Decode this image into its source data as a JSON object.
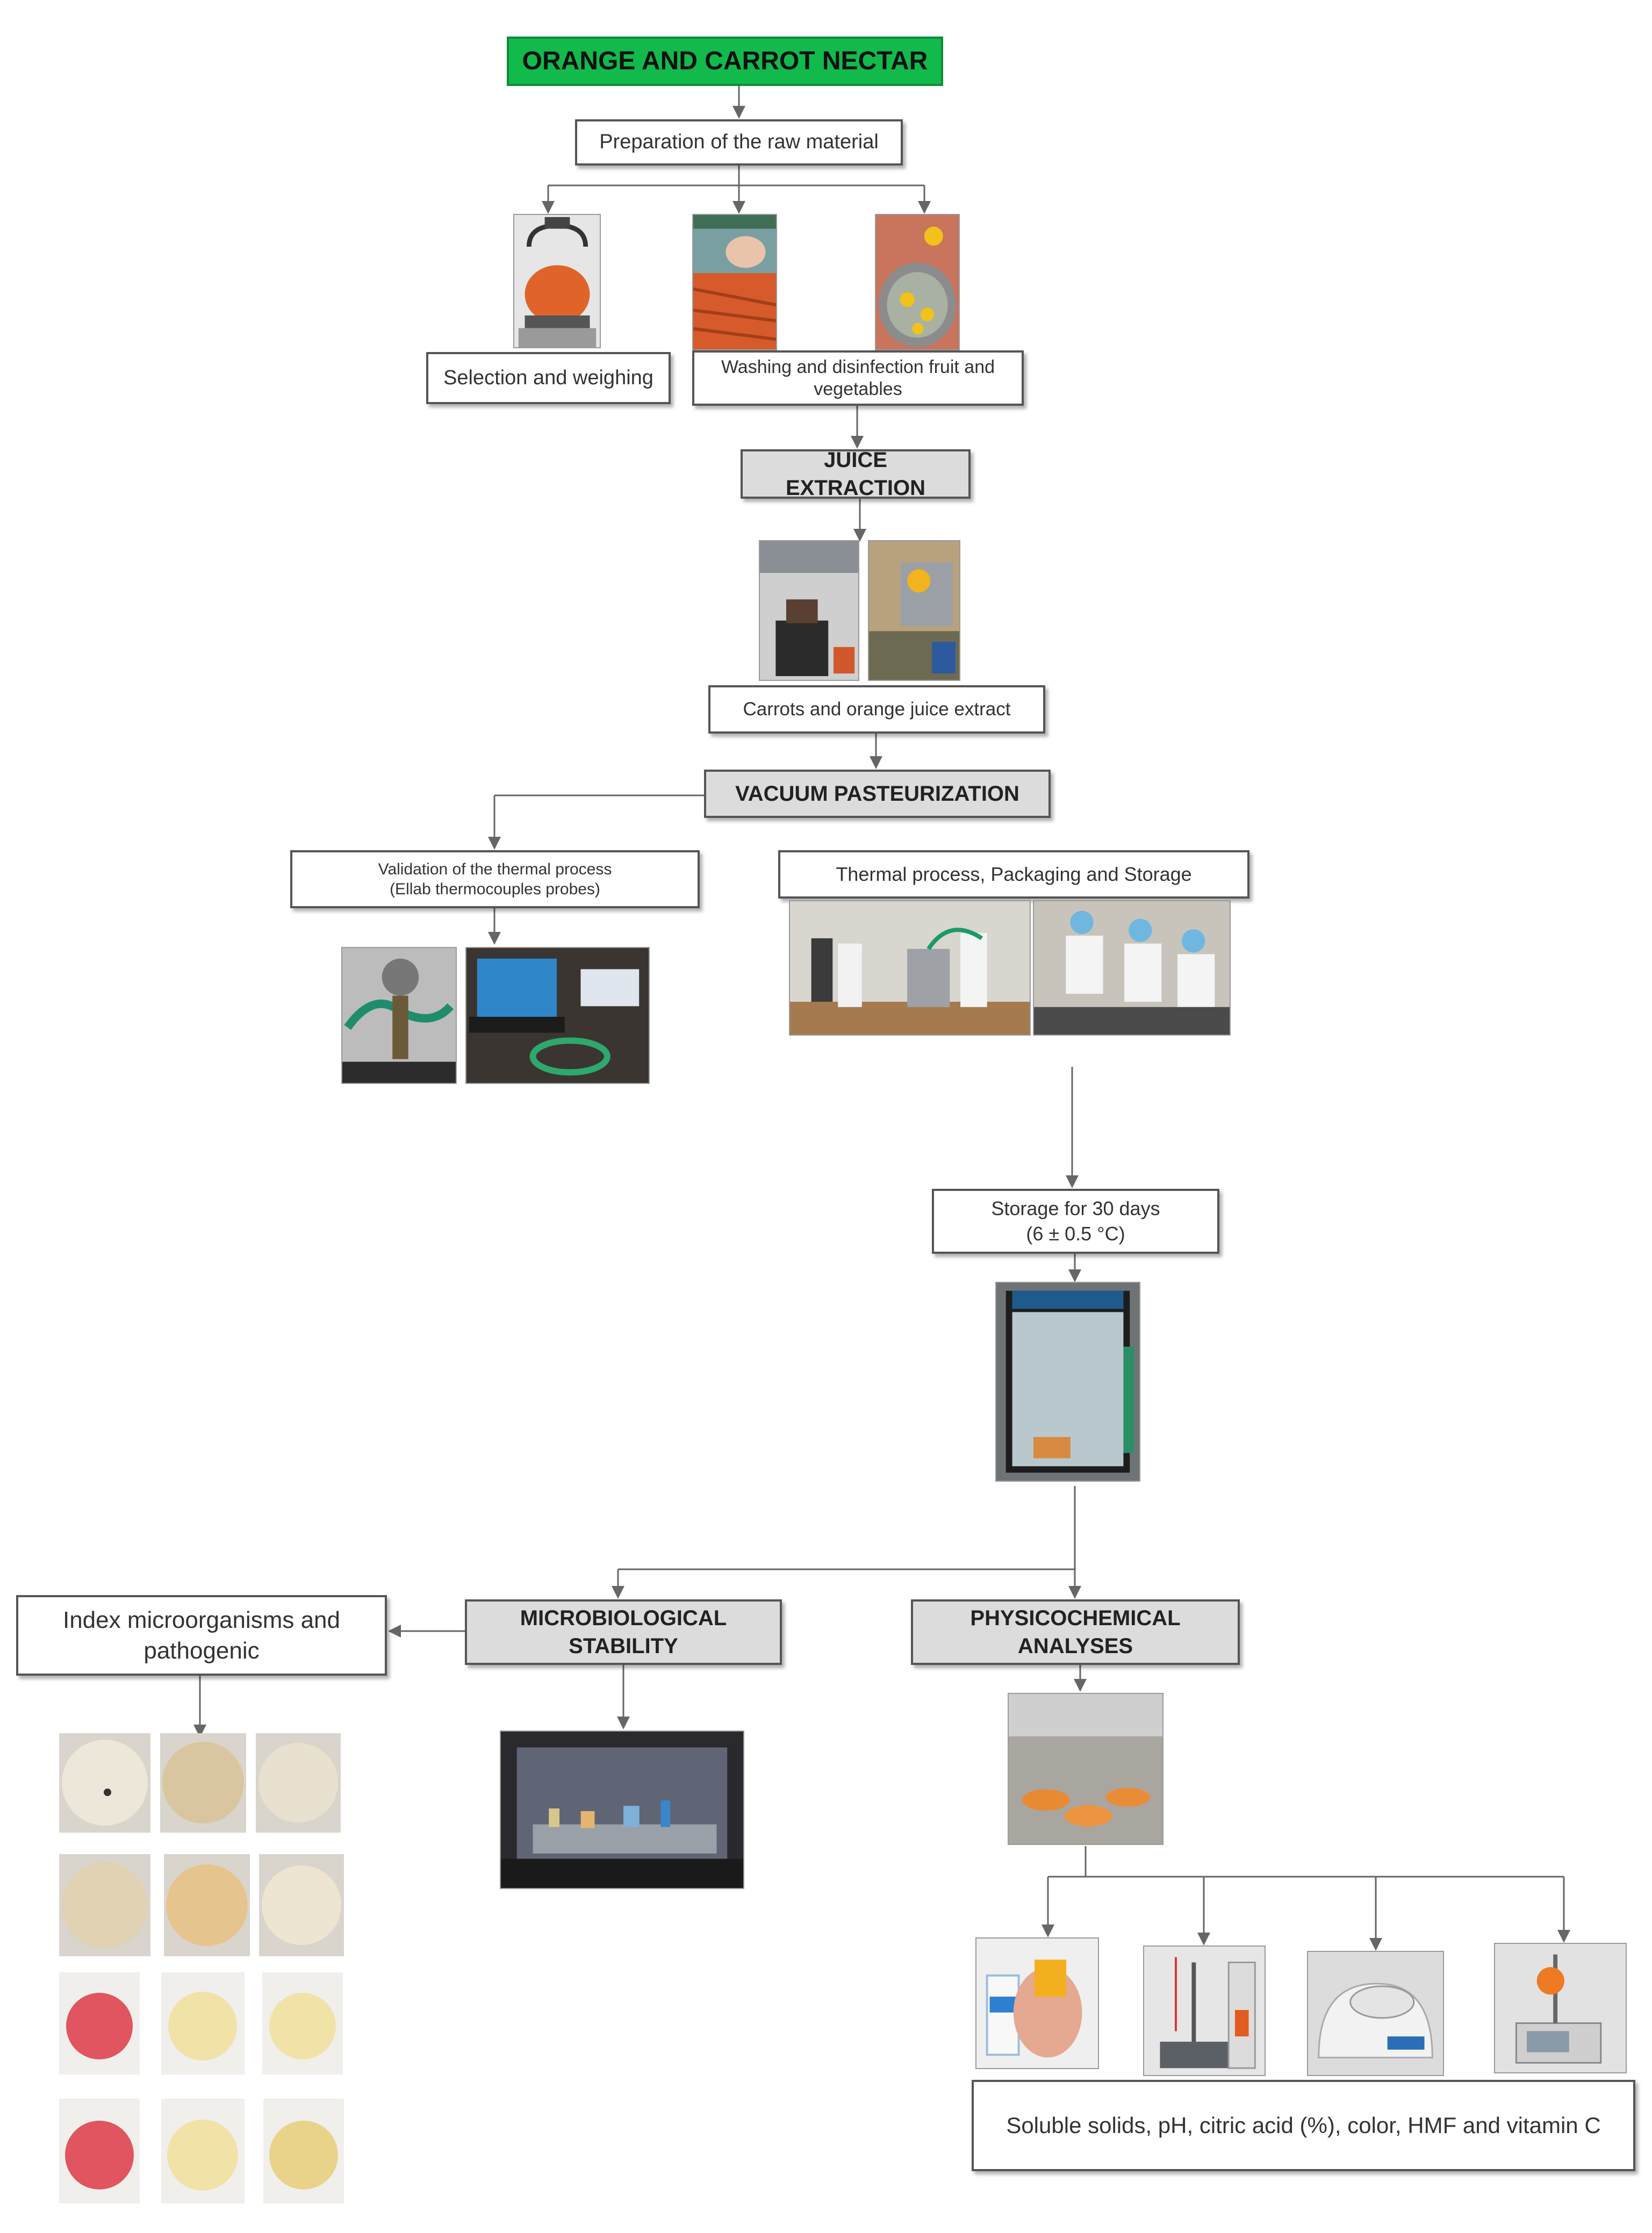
{
  "title": "ORANGE AND CARROT NECTAR",
  "steps": {
    "preparation": "Preparation of the raw material",
    "selection": "Selection and weighing",
    "washing": "Washing and disinfection  fruit and\nvegetables",
    "juice_extraction": "JUICE EXTRACTION",
    "juice_extract": "Carrots and orange juice extract",
    "vacuum_pasteurization": "VACUUM PASTEURIZATION",
    "validation": "Validation of the thermal process\n(Ellab thermocouples probes)",
    "thermal_process": "Thermal process, Packaging and Storage",
    "storage": "Storage for 30 days\n(6 ± 0.5 °C)",
    "index_micro": "Index microorganisms and\npathogenic",
    "micro_stability": "MICROBIOLOGICAL STABILITY",
    "physico_analyses": "PHYSICOCHEMICAL ANALYSES",
    "parameters": "Soluble solids, pH, citric acid (%), color, HMF and vitamin C"
  },
  "colors": {
    "title_bg": "#12b94b",
    "step_bg": "#dcdcdc",
    "connector": "#666666"
  },
  "photos": [
    {
      "name": "photo-carrots-weighing"
    },
    {
      "name": "photo-carrots-washing"
    },
    {
      "name": "photo-orange-disinfection"
    },
    {
      "name": "photo-juice-extraction-carrot"
    },
    {
      "name": "photo-juice-extraction-orange"
    },
    {
      "name": "photo-thermocouple-setup"
    },
    {
      "name": "photo-data-logger-laptop"
    },
    {
      "name": "photo-pasteurization-room"
    },
    {
      "name": "photo-packaging-staff"
    },
    {
      "name": "photo-refrigerated-storage"
    },
    {
      "name": "photo-petri-plates"
    },
    {
      "name": "photo-biosafety-cabinet"
    },
    {
      "name": "photo-sample-cups"
    },
    {
      "name": "photo-refractometer"
    },
    {
      "name": "photo-ph-meter"
    },
    {
      "name": "photo-colorimeter"
    },
    {
      "name": "photo-titrator"
    }
  ]
}
